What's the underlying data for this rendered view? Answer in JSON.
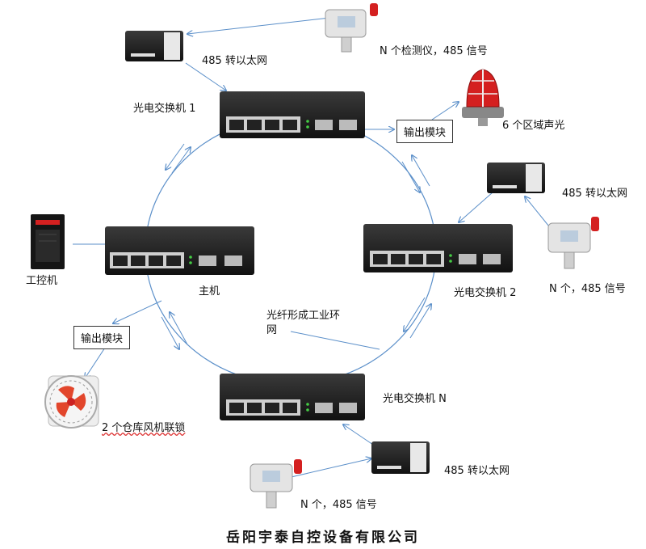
{
  "nodes": {
    "switch_1": "光电交换机 1",
    "switch_2": "光电交换机 2",
    "switch_n": "光电交换机 N",
    "host": "主机",
    "ipc": "工控机",
    "ring": "光纤形成工业环网"
  },
  "converters": {
    "top": "485 转以太网",
    "right": "485 转以太网",
    "bottom": "485 转以太网"
  },
  "detectors": {
    "top": "N 个检测仪，485 信号",
    "right": "N 个，485 信号",
    "bottom": "N 个，485 信号"
  },
  "output_modules": {
    "top": "输出模块",
    "left": "输出模块"
  },
  "devices": {
    "alarm": "6 个区域声光",
    "fan": "2 个仓库风机联锁"
  },
  "footer": "岳阳宇泰自控设备有限公司",
  "colors": {
    "ring": "#5b8fc9",
    "switch_body": "#1e1e1e",
    "alarm_red": "#d42020"
  }
}
